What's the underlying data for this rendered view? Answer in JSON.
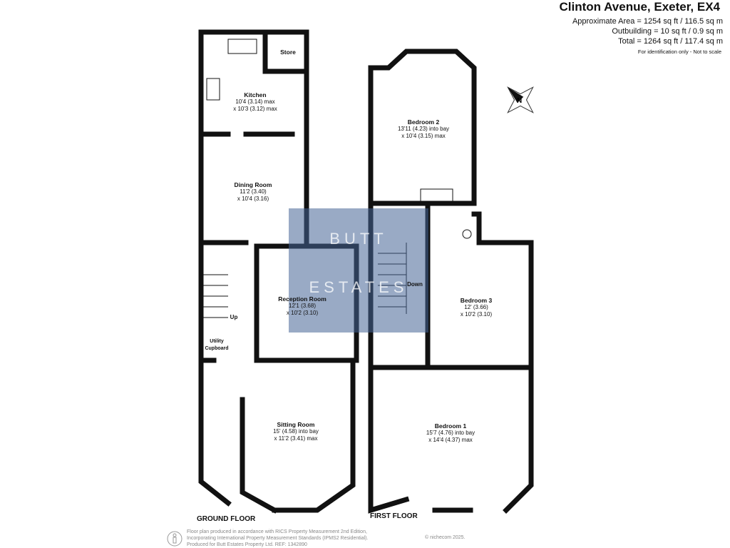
{
  "header": {
    "title": "Clinton Avenue, Exeter, EX4",
    "approx_area": "Approximate Area = 1254 sq ft / 116.5 sq m",
    "outbuilding": "Outbuilding = 10 sq ft / 0.9 sq m",
    "total": "Total = 1264 sq ft / 117.4 sq m",
    "note": "For identification only - Not to scale"
  },
  "compass": {
    "label": "N"
  },
  "watermark": {
    "line1": "BUTT",
    "line2": "ESTATES"
  },
  "ground_floor": {
    "label": "GROUND FLOOR",
    "rooms": [
      {
        "name": "Store",
        "dims": []
      },
      {
        "name": "Kitchen",
        "dims": [
          "10'4 (3.14) max",
          "x 10'3 (3.12) max"
        ]
      },
      {
        "name": "Dining Room",
        "dims": [
          "11'2 (3.40)",
          "x 10'4 (3.16)"
        ]
      },
      {
        "name": "Reception Room",
        "dims": [
          "12'1 (3.68)",
          "x 10'2 (3.10)"
        ]
      },
      {
        "name": "Sitting Room",
        "dims": [
          "15' (4.58) into bay",
          "x 11'2 (3.41) max"
        ]
      },
      {
        "name": "Utility Cupboard",
        "dims": []
      }
    ],
    "stairs": "Up"
  },
  "first_floor": {
    "label": "FIRST FLOOR",
    "rooms": [
      {
        "name": "Bedroom 2",
        "dims": [
          "13'11 (4.23) into bay",
          "x 10'4 (3.15) max"
        ]
      },
      {
        "name": "Bedroom 3",
        "dims": [
          "12' (3.66)",
          "x 10'2 (3.10)"
        ]
      },
      {
        "name": "Bedroom 1",
        "dims": [
          "15'7 (4.76) into bay",
          "x 14'4 (4.37) max"
        ]
      }
    ],
    "stairs": "Down"
  },
  "footer": {
    "lines": [
      "Floor plan produced in accordance with RICS Property Measurement 2nd Edition,",
      "Incorporating International Property Measurement Standards (IPMS2 Residential).",
      "Produced for Butt Estates Property Ltd.   REF: 1342890"
    ],
    "copyright": "© nichecom 2025."
  }
}
